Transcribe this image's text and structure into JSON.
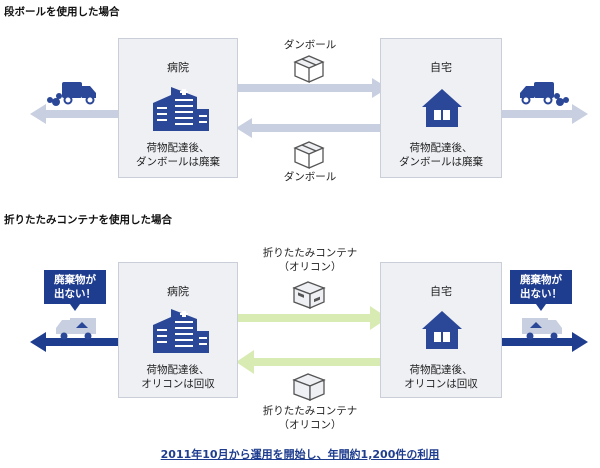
{
  "section1": {
    "title": "段ボールを使用した場合",
    "hospital": {
      "label": "病院",
      "note": [
        "荷物配達後、",
        "ダンボールは廃棄"
      ]
    },
    "home": {
      "label": "自宅",
      "note": [
        "荷物配達後、",
        "ダンボールは廃棄"
      ]
    },
    "flow_top_label": "ダンボール",
    "flow_bottom_label": "ダンボール"
  },
  "section2": {
    "title": "折りたたみコンテナを使用した場合",
    "hospital": {
      "label": "病院",
      "note": [
        "荷物配達後、",
        "オリコンは回収"
      ]
    },
    "home": {
      "label": "自宅",
      "note": [
        "荷物配達後、",
        "オリコンは回収"
      ]
    },
    "flow_top_label": [
      "折りたたみコンテナ",
      "（オリコン）"
    ],
    "flow_bottom_label": [
      "折りたたみコンテナ",
      "（オリコン）"
    ],
    "callout_left": [
      "廃棄物が",
      "出ない！"
    ],
    "callout_right": [
      "廃棄物が",
      "出ない！"
    ]
  },
  "footer": "2011年10月から運用を開始し、年間約1,200件の利用",
  "colors": {
    "arrow_gray": "#c7cfe0",
    "arrow_green": "#d8ebb3",
    "navy": "#1f3d8f",
    "box_bg": "#eef0f4"
  }
}
